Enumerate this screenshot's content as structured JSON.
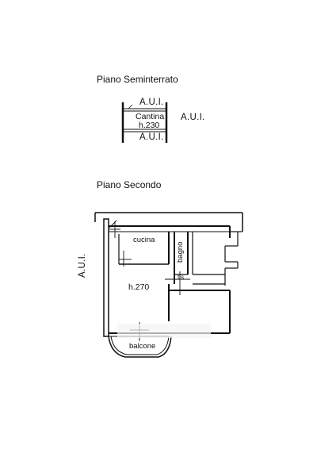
{
  "basement": {
    "title": "Piano Seminterrato",
    "aui_top": "A.U.I.",
    "aui_right": "A.U.I.",
    "aui_bottom": "A.U.I.",
    "room_name": "Cantina",
    "room_height": "h.230"
  },
  "second_floor": {
    "title": "Piano Secondo",
    "aui_left": "A.U.I.",
    "rooms": {
      "kitchen": "cucina",
      "bathroom": "bagno",
      "living_height": "h.270",
      "small_label": "tis",
      "balcony": "balcone"
    }
  }
}
